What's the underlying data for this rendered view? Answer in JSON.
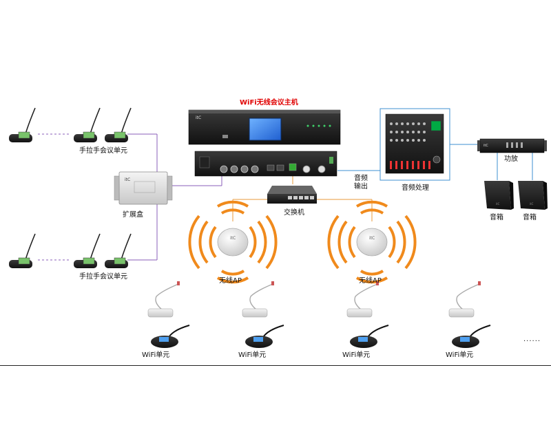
{
  "title": "WiFi无线会议主机",
  "labels": {
    "handheld_units_top": "手拉手会议单元",
    "handheld_units_bottom": "手拉手会议单元",
    "expansion_box": "扩展盒",
    "switch": "交换机",
    "audio_out_line1": "音频",
    "audio_out_line2": "输出",
    "audio_processing": "音频处理",
    "amplifier": "功放",
    "speaker_left": "音箱",
    "speaker_right": "音箱",
    "ap_left": "无线AP",
    "ap_right": "无线AP",
    "wifi_unit_1": "WiFi单元",
    "wifi_unit_2": "WiFi单元",
    "wifi_unit_3": "WiFi单元",
    "wifi_unit_4": "WiFi单元",
    "ellipsis": "......"
  },
  "logos": {
    "brand": "itC"
  },
  "colors": {
    "title": "#e00000",
    "connector_purple": "#8a5db8",
    "connector_blue": "#3d8fd0",
    "connector_orange": "#e89a3a",
    "wifi_waves": "#f08a1c",
    "device_dark": "#1e1e1e",
    "screen_blue": "#2a6fe0"
  }
}
